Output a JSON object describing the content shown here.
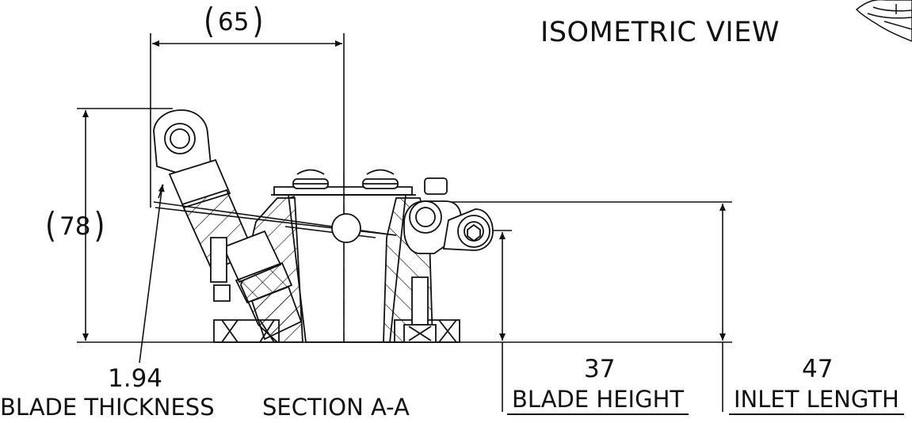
{
  "view_title": "ISOMETRIC VIEW",
  "section_title": "SECTION A-A",
  "dimensions": {
    "width_ref": {
      "value": "65",
      "open": "(",
      "close": ")"
    },
    "height_ref": {
      "value": "78",
      "open": "(",
      "close": ")"
    },
    "blade_thickness": {
      "value": "1.94",
      "name": "BLADE THICKNESS"
    },
    "blade_height": {
      "value": "37",
      "name": "BLADE HEIGHT"
    },
    "inlet_length": {
      "value": "47",
      "name": "INLET LENGTH"
    }
  },
  "colors": {
    "line": "#111111",
    "background": "#ffffff"
  }
}
